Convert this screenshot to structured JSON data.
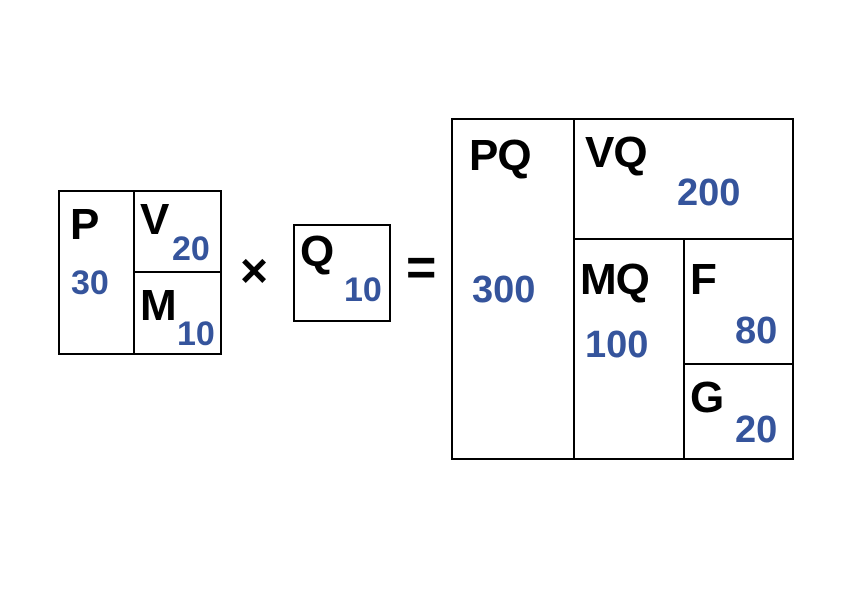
{
  "colors": {
    "value": "#35549c",
    "label": "#000000",
    "border": "#000000"
  },
  "left": {
    "p": {
      "label": "P",
      "value": "30"
    },
    "v": {
      "label": "V",
      "value": "20"
    },
    "m": {
      "label": "M",
      "value": "10"
    }
  },
  "times": "×",
  "q": {
    "label": "Q",
    "value": "10"
  },
  "equals": "=",
  "right": {
    "pq": {
      "label": "PQ",
      "value": "300"
    },
    "vq": {
      "label": "VQ",
      "value": "200"
    },
    "mq": {
      "label": "MQ",
      "value": "100"
    },
    "f": {
      "label": "F",
      "value": "80"
    },
    "g": {
      "label": "G",
      "value": "20"
    }
  }
}
